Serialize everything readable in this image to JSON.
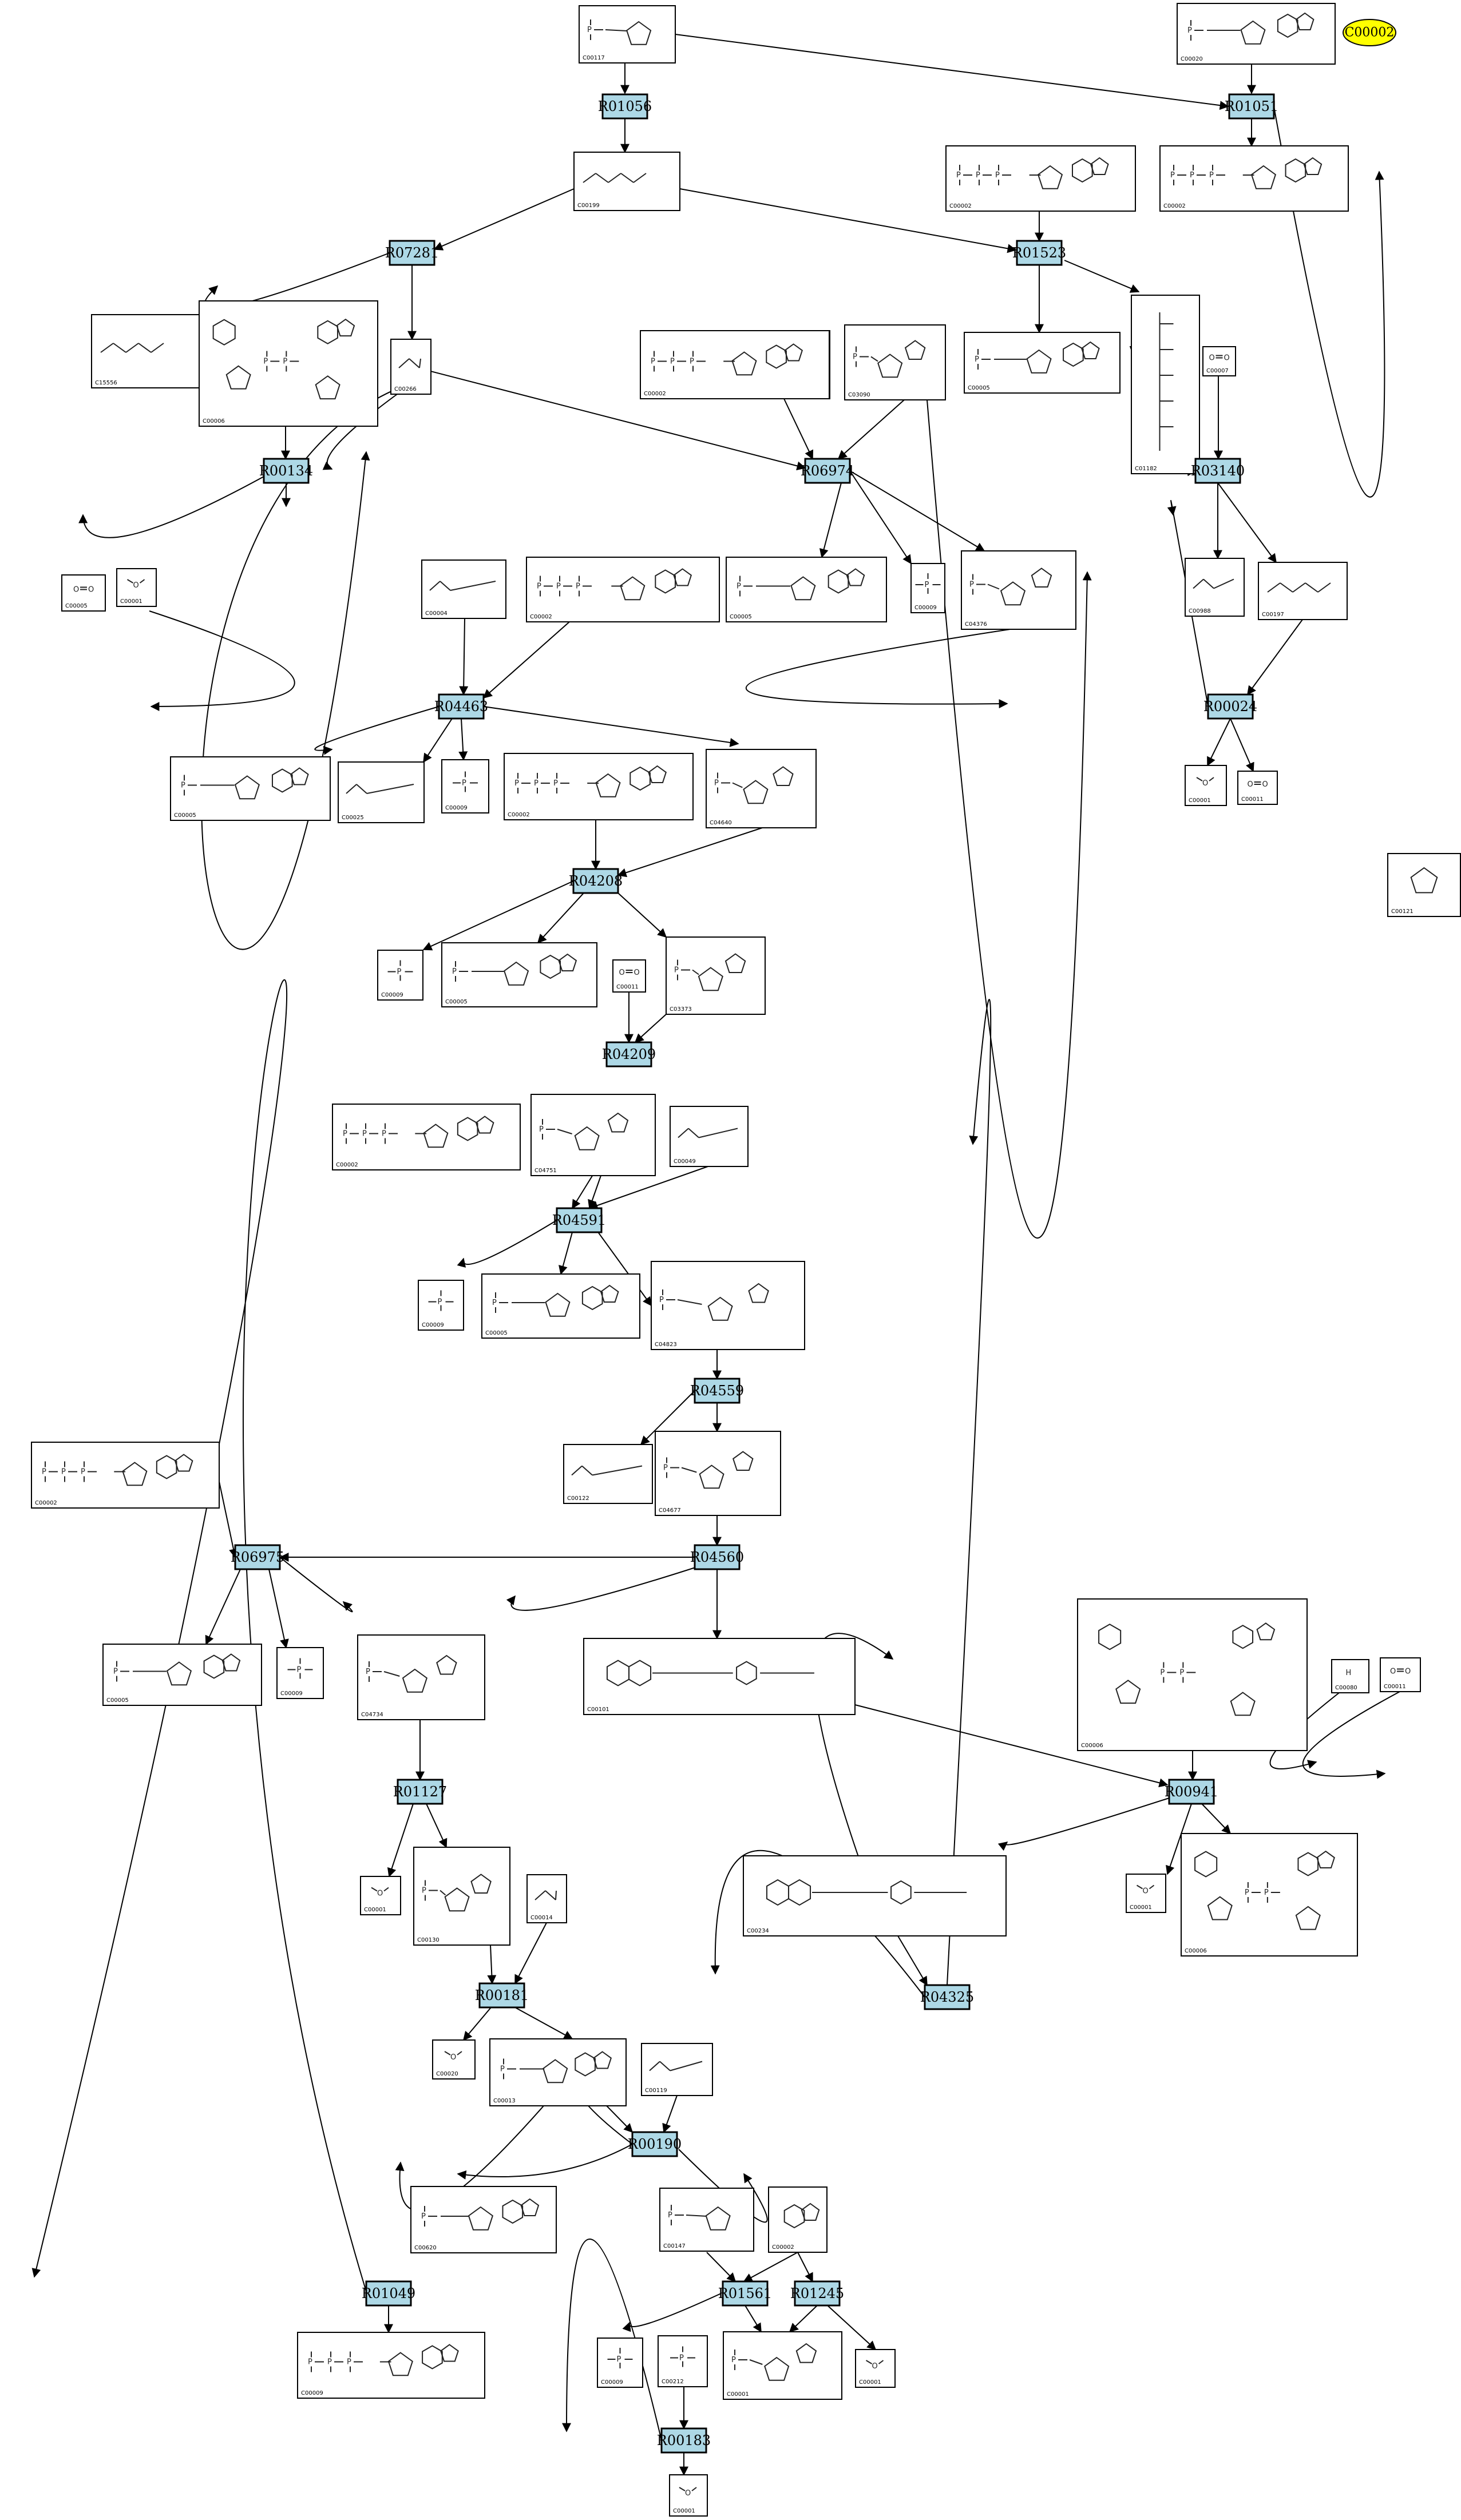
{
  "title": "",
  "query_compound": "C00002",
  "reactions": [
    "R01056",
    "R01051",
    "R07281",
    "R01523",
    "R00134",
    "R06974",
    "R03140",
    "R04463",
    "R00024",
    "R04208",
    "R04209",
    "R04591",
    "R04559",
    "R06975",
    "R04560",
    "R01127",
    "R00941",
    "R04325",
    "R00181",
    "R00190",
    "R01049",
    "R01561",
    "R01245",
    "R00183"
  ],
  "compounds": [
    "C00117",
    "C00020",
    "C00199",
    "C00002",
    "C00002",
    "C00002",
    "C15556",
    "C00006",
    "C00266",
    "C00002",
    "C03090",
    "C00005",
    "C01182",
    "C00007",
    "C00005",
    "C00004",
    "C00002",
    "C00001",
    "C00005",
    "C00009",
    "C04376",
    "C00988",
    "C00197",
    "C00001",
    "C00011",
    "C00005",
    "C00025",
    "C00009",
    "C00002",
    "C04640",
    "C00121",
    "C00009",
    "C00005",
    "C03373",
    "C00011",
    "C00002",
    "C04751",
    "C00049",
    "C00009",
    "C00005",
    "C04823",
    "C00122",
    "C04677",
    "C00002",
    "C00005",
    "C00009",
    "C04734",
    "C00101",
    "C00006",
    "C00080",
    "C00011",
    "C00001",
    "C00130",
    "C00014",
    "C00234",
    "C00006",
    "C00001",
    "C00020",
    "C00013",
    "C00119",
    "C00620",
    "C00147",
    "C00002",
    "C00009",
    "C00009",
    "C00212",
    "C00001",
    "C00001",
    "C00001"
  ],
  "colors": {
    "reaction_fill": "#add8e6",
    "query_fill": "#ffff00",
    "compound_fill": "#ffffff"
  }
}
